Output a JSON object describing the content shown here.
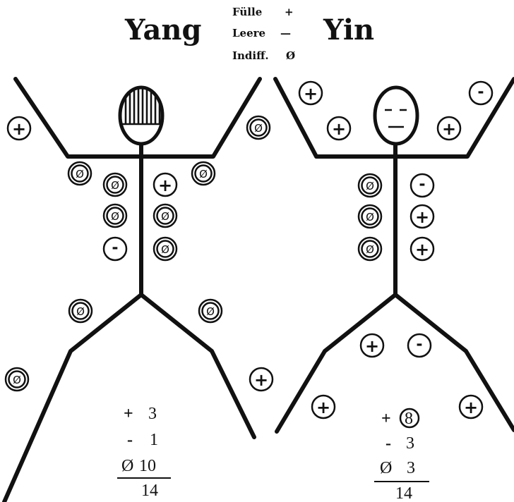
{
  "header": {
    "yang_title": "Yang",
    "yin_title": "Yin",
    "legend": [
      {
        "label": "Fülle",
        "symbol": "+"
      },
      {
        "label": "Leere",
        "symbol": "—"
      },
      {
        "label": "Indiff.",
        "symbol": "Ø"
      }
    ]
  },
  "symbols": {
    "plus": "+",
    "minus": "-",
    "null": "Ø"
  },
  "yang": {
    "markers": [
      "plus",
      "null",
      "null",
      "null",
      "plus",
      "null",
      "null",
      "null",
      "minus",
      "null",
      "null",
      "null",
      "null",
      "plus"
    ],
    "totals": {
      "plus_sign": "+",
      "plus_count": "3",
      "minus_sign": "-",
      "minus_count": "1",
      "null_sign": "Ø",
      "null_count": "10",
      "total": "14"
    }
  },
  "yin": {
    "markers": [
      "plus",
      "minus",
      "plus",
      "plus",
      "null",
      "minus",
      "null",
      "plus",
      "null",
      "plus",
      "plus",
      "minus",
      "plus",
      "plus"
    ],
    "totals": {
      "plus_sign": "+",
      "plus_count": "8",
      "minus_sign": "-",
      "minus_count": "3",
      "null_sign": "Ø",
      "null_count": "3",
      "total": "14"
    }
  }
}
